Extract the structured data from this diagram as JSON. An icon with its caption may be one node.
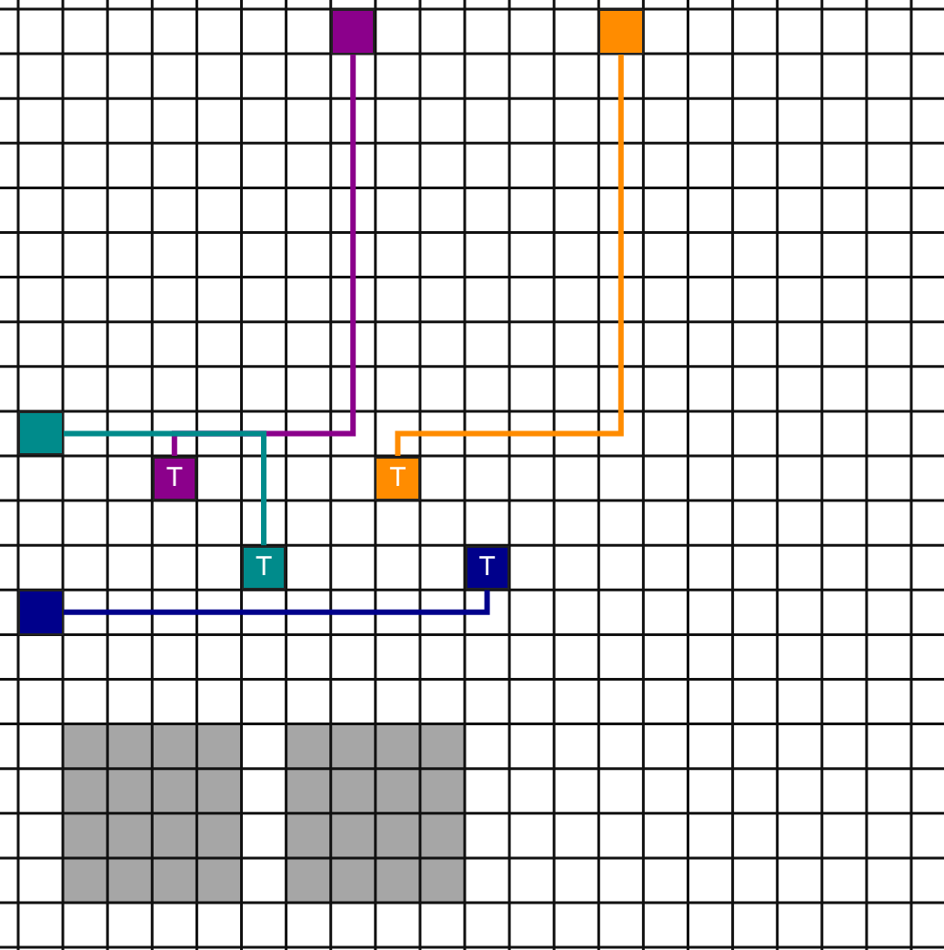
{
  "diagram": {
    "nodes": [
      {
        "text": [],
        "shape": "box"
      },
      {
        "text": [],
        "shape": "box"
      },
      {
        "text": [],
        "shape": "box"
      },
      {
        "text": [
          "T"
        ]
      },
      {
        "text": [
          "T"
        ]
      },
      {
        "text": [
          "T"
        ]
      },
      {
        "text": [
          "T"
        ]
      },
      {
        "text": [],
        "shape": "box"
      }
    ],
    "edges": [
      {
        "from": 0,
        "to": 3,
        "arrow": "none",
        "color": "#8b008b"
      },
      {
        "from": 1,
        "to": 4,
        "arrow": "none",
        "color": "#ff8c00"
      },
      {
        "from": 2,
        "to": 5,
        "arrow": "none",
        "color": "#008b8b"
      },
      {
        "from": 7,
        "to": 6,
        "arrow": "none",
        "color": "#00008b"
      }
    ]
  }
}
